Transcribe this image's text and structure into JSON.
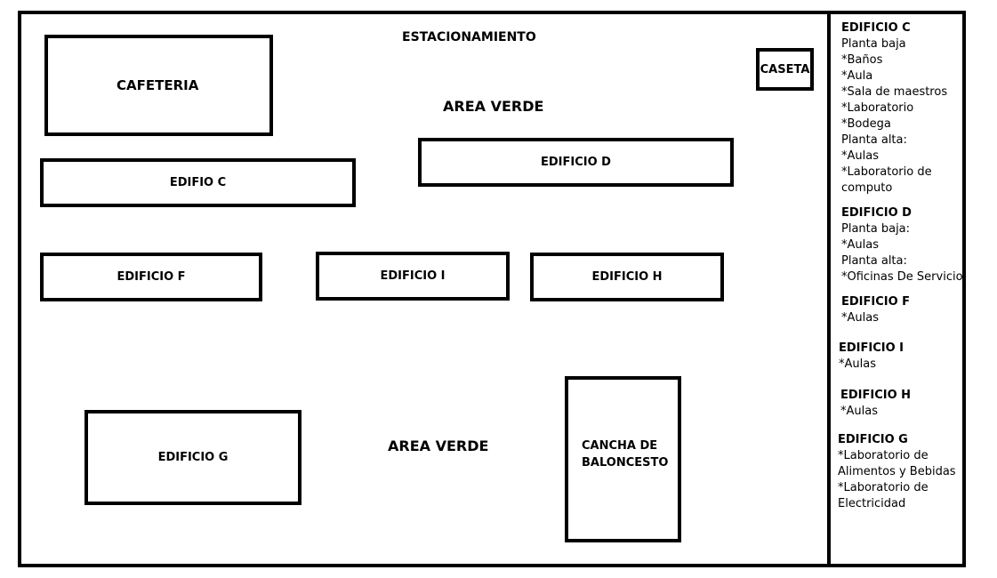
{
  "map": {
    "estacionamiento": "ESTACIONAMIENTO",
    "area_verde_top": "AREA VERDE",
    "area_verde_bottom": "AREA VERDE",
    "cafeteria": "CAFETERIA",
    "caseta": "CASETA",
    "edificio_c": "EDIFIO C",
    "edificio_d": "EDIFICIO D",
    "edificio_f": "EDIFICIO F",
    "edificio_i": "EDIFICIO I",
    "edificio_h": "EDIFICIO H",
    "edificio_g": "EDIFICIO G",
    "cancha_line1": "CANCHA DE",
    "cancha_line2": "BALONCESTO"
  },
  "legend": {
    "c": {
      "title": "EDIFICIO C",
      "lines": [
        "Planta baja",
        "*Baños",
        "*Aula",
        "*Sala de maestros",
        "*Laboratorio",
        "*Bodega",
        "Planta alta:",
        "*Aulas",
        "*Laboratorio de",
        "computo"
      ]
    },
    "d": {
      "title": "EDIFICIO D",
      "lines": [
        "Planta baja:",
        "*Aulas",
        "Planta alta:",
        "*Oficinas De Servicio"
      ]
    },
    "f": {
      "title": "EDIFICIO F",
      "lines": [
        "*Aulas"
      ]
    },
    "i": {
      "title": "EDIFICIO I",
      "lines": [
        "*Aulas"
      ]
    },
    "h": {
      "title": "EDIFICIO H",
      "lines": [
        "*Aulas"
      ]
    },
    "g": {
      "title": "EDIFICIO G",
      "lines": [
        "*Laboratorio de",
        "Alimentos y Bebidas",
        "*Laboratorio de",
        "Electricidad"
      ]
    }
  }
}
